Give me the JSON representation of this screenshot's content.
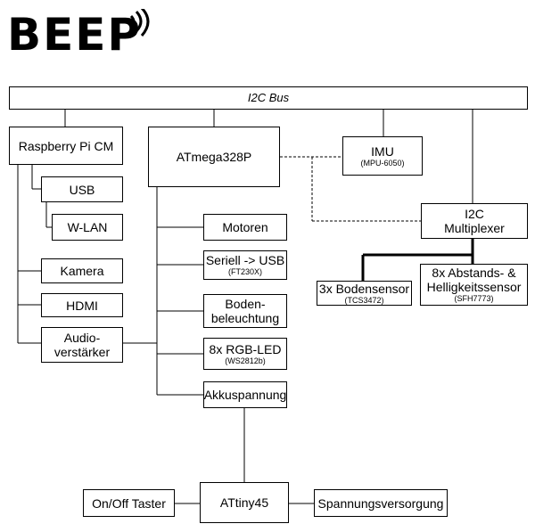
{
  "logo": {
    "text": "BEEP",
    "icon": "wifi-signal-icon"
  },
  "bus": {
    "label": "I2C Bus"
  },
  "nodes": {
    "rpi": {
      "label": "Raspberry Pi CM"
    },
    "usb": {
      "label": "USB"
    },
    "wlan": {
      "label": "W-LAN"
    },
    "kamera": {
      "label": "Kamera"
    },
    "hdmi": {
      "label": "HDMI"
    },
    "audio": {
      "label1": "Audio-",
      "label2": "verstärker"
    },
    "atmega": {
      "label": "ATmega328P"
    },
    "motoren": {
      "label": "Motoren"
    },
    "seriell": {
      "label": "Seriell -> USB",
      "sub": "(FT230X)"
    },
    "boden": {
      "label1": "Boden-",
      "label2": "beleuchtung"
    },
    "rgb": {
      "label": "8x RGB-LED",
      "sub": "(WS2812b)"
    },
    "akku": {
      "label": "Akkuspannung"
    },
    "imu": {
      "label": "IMU",
      "sub": "(MPU-6050)"
    },
    "mux": {
      "label1": "I2C",
      "label2": "Multiplexer"
    },
    "bodensensor": {
      "label": "3x Bodensensor",
      "sub": "(TCS3472)"
    },
    "abstand": {
      "label1": "8x Abstands- &",
      "label2": "Helligkeitssensor",
      "sub": "(SFH7773)"
    },
    "attiny": {
      "label": "ATtiny45"
    },
    "taster": {
      "label": "On/Off Taster"
    },
    "versorgung": {
      "label": "Spannungsversorgung"
    }
  }
}
